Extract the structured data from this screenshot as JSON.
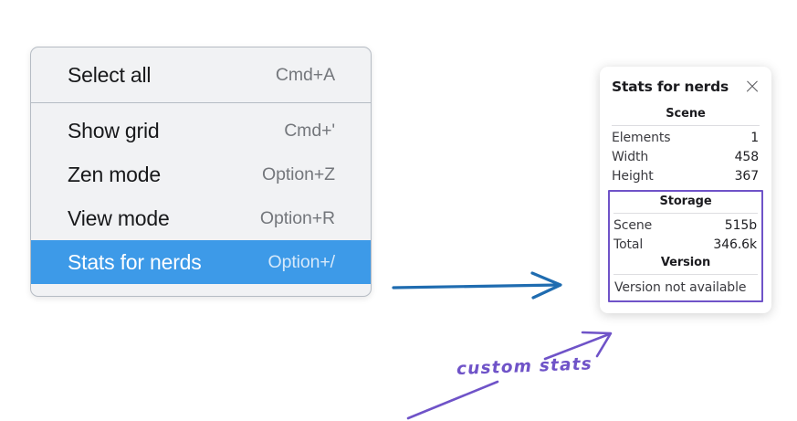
{
  "context_menu": {
    "name": "canvas-context-menu",
    "groups": [
      {
        "items": [
          {
            "label": "Select all",
            "shortcut": "Cmd+A",
            "selected": false
          }
        ]
      },
      {
        "items": [
          {
            "label": "Show grid",
            "shortcut": "Cmd+'",
            "selected": false
          },
          {
            "label": "Zen mode",
            "shortcut": "Option+Z",
            "selected": false
          },
          {
            "label": "View mode",
            "shortcut": "Option+R",
            "selected": false
          },
          {
            "label": "Stats for nerds",
            "shortcut": "Option+/",
            "selected": true
          }
        ]
      }
    ]
  },
  "stats_panel": {
    "title": "Stats for nerds",
    "close_icon": "close-icon",
    "sections": [
      {
        "heading": "Scene",
        "rows": [
          {
            "label": "Elements",
            "value": "1"
          },
          {
            "label": "Width",
            "value": "458"
          },
          {
            "label": "Height",
            "value": "367"
          }
        ]
      },
      {
        "heading": "Storage",
        "rows": [
          {
            "label": "Scene",
            "value": "515b"
          },
          {
            "label": "Total",
            "value": "346.6k"
          }
        ]
      },
      {
        "heading": "Version",
        "note": "Version not available"
      }
    ]
  },
  "annotations": {
    "custom_stats_label": "custom stats",
    "blue_arrow": "arrow-right",
    "purple_arrow": "arrow-up-right",
    "purple_underline": "underline-stroke"
  },
  "colors": {
    "menu_background": "#f1f2f4",
    "menu_border": "#b6bcc4",
    "selected_row": "#3d9ae8",
    "selected_text": "#ffffff",
    "shortcut_text": "#74777c",
    "panel_background": "#ffffff",
    "highlight_purple": "#6f53c8",
    "arrow_blue": "#1f6cb0",
    "page_background": "#ffffff"
  }
}
